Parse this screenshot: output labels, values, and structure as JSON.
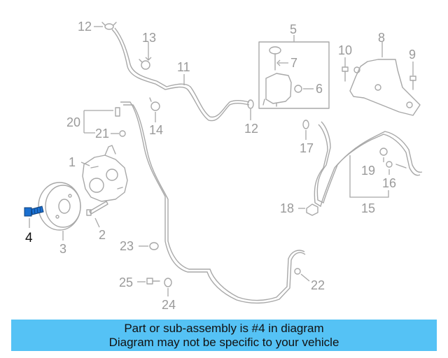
{
  "diagram": {
    "callouts": [
      {
        "id": "12",
        "text": "12"
      },
      {
        "id": "13",
        "text": "13"
      },
      {
        "id": "11",
        "text": "11"
      },
      {
        "id": "5",
        "text": "5"
      },
      {
        "id": "7",
        "text": "7"
      },
      {
        "id": "6",
        "text": "6"
      },
      {
        "id": "8",
        "text": "8"
      },
      {
        "id": "10",
        "text": "10"
      },
      {
        "id": "9",
        "text": "9"
      },
      {
        "id": "20",
        "text": "20"
      },
      {
        "id": "21",
        "text": "21"
      },
      {
        "id": "14",
        "text": "14"
      },
      {
        "id": "12b",
        "text": "12"
      },
      {
        "id": "17",
        "text": "17"
      },
      {
        "id": "1",
        "text": "1"
      },
      {
        "id": "19",
        "text": "19"
      },
      {
        "id": "16",
        "text": "16"
      },
      {
        "id": "15",
        "text": "15"
      },
      {
        "id": "18",
        "text": "18"
      },
      {
        "id": "4",
        "text": "4"
      },
      {
        "id": "3",
        "text": "3"
      },
      {
        "id": "2",
        "text": "2"
      },
      {
        "id": "23",
        "text": "23"
      },
      {
        "id": "25",
        "text": "25"
      },
      {
        "id": "24",
        "text": "24"
      },
      {
        "id": "22",
        "text": "22"
      }
    ],
    "highlight_color": "#1a6fd0",
    "part_color": "#a8a8a8"
  },
  "banner": {
    "line1": "Part or sub-assembly is #4 in diagram",
    "line2": "Diagram may not be specific to your vehicle",
    "background": "#55c2f5"
  }
}
